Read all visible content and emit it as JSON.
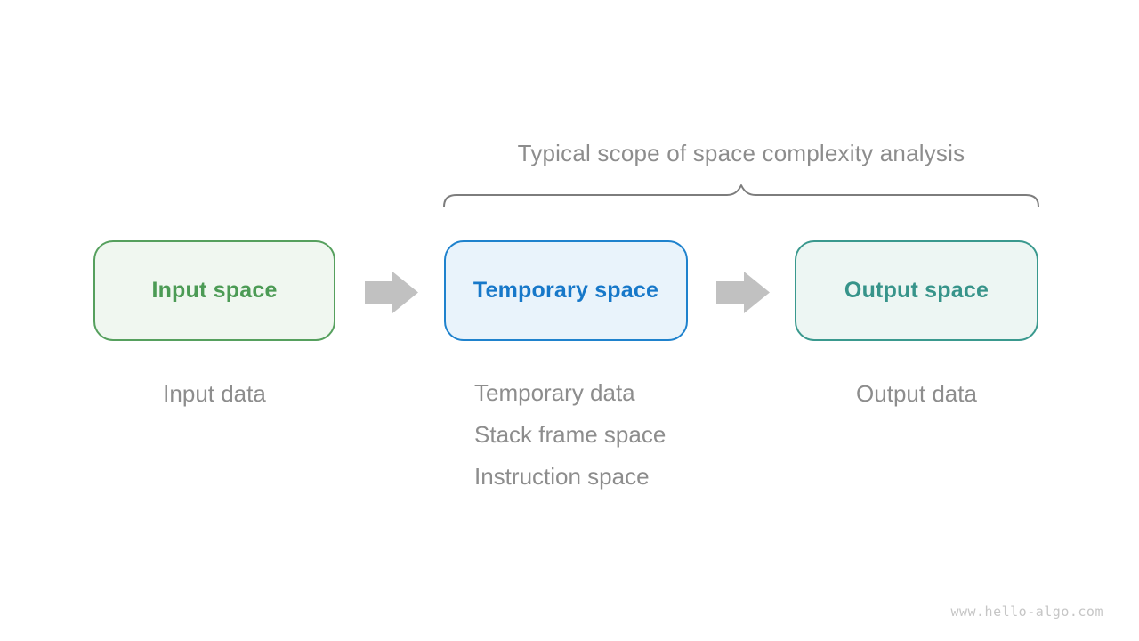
{
  "page": {
    "background_color": "#ffffff"
  },
  "title": {
    "text": "Typical scope of space complexity analysis",
    "color": "#8d8d8d"
  },
  "brace": {
    "color": "#7d7d7d"
  },
  "boxes": [
    {
      "label": "Input space",
      "text_color": "#4c9b55",
      "border_color": "#56a05e",
      "fill_color": "#f0f7f0"
    },
    {
      "label": "Temporary space",
      "text_color": "#1778c9",
      "border_color": "#1f82cd",
      "fill_color": "#e9f3fb"
    },
    {
      "label": "Output space",
      "text_color": "#37948a",
      "border_color": "#3a998e",
      "fill_color": "#edf6f3"
    }
  ],
  "arrows": [
    {
      "icon": "arrow-right-icon",
      "color": "#c1c1c1"
    },
    {
      "icon": "arrow-right-icon",
      "color": "#c1c1c1"
    }
  ],
  "annotations": {
    "color": "#8d8d8d",
    "input": [
      "Input data"
    ],
    "temporary": [
      "Temporary data",
      "Stack frame space",
      "Instruction space"
    ],
    "output": [
      "Output data"
    ]
  },
  "watermark": {
    "text": "www.hello-algo.com",
    "color": "#c6c6c6"
  }
}
